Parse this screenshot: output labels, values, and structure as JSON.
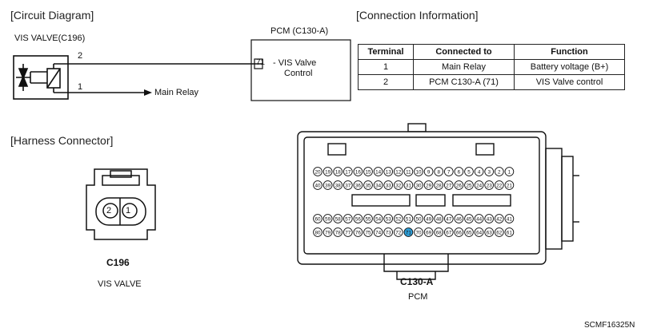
{
  "circuit": {
    "heading": "[Circuit Diagram]",
    "valve_label": "VIS VALVE(C196)",
    "pcm_label": "PCM (C130-A)",
    "pcm_pin": "71",
    "pcm_function_line1": "- VIS Valve",
    "pcm_function_line2": "Control",
    "wire2_label": "2",
    "wire1_label": "1",
    "main_relay": "Main Relay"
  },
  "connection": {
    "heading": "[Connection Information]",
    "headers": [
      "Terminal",
      "Connected to",
      "Function"
    ],
    "rows": [
      [
        "1",
        "Main Relay",
        "Battery voltage (B+)"
      ],
      [
        "2",
        "PCM C130-A (71)",
        "VIS Valve control"
      ]
    ]
  },
  "harness": {
    "heading": "[Harness Connector]",
    "c196_pins": [
      "2",
      "1"
    ],
    "c196_name": "C196",
    "c196_desc": "VIS VALVE",
    "c130_name": "C130-A",
    "c130_desc": "PCM",
    "pin_rows": [
      [
        "20",
        "19",
        "18",
        "17",
        "16",
        "15",
        "14",
        "13",
        "12",
        "11",
        "10",
        "9",
        "8",
        "7",
        "6",
        "5",
        "4",
        "3",
        "2",
        "1"
      ],
      [
        "40",
        "39",
        "38",
        "37",
        "36",
        "35",
        "34",
        "33",
        "32",
        "31",
        "30",
        "29",
        "28",
        "27",
        "26",
        "25",
        "24",
        "23",
        "22",
        "21"
      ],
      [
        "60",
        "59",
        "58",
        "57",
        "56",
        "55",
        "54",
        "53",
        "52",
        "51",
        "50",
        "49",
        "48",
        "47",
        "46",
        "45",
        "44",
        "43",
        "42",
        "41"
      ],
      [
        "80",
        "79",
        "78",
        "77",
        "76",
        "75",
        "74",
        "73",
        "72",
        "71",
        "70",
        "69",
        "68",
        "67",
        "66",
        "65",
        "64",
        "63",
        "62",
        "61"
      ]
    ],
    "highlight_pin": "71",
    "highlight_color": "#2f9fd8"
  },
  "footer": {
    "code": "SCMF16325N"
  }
}
